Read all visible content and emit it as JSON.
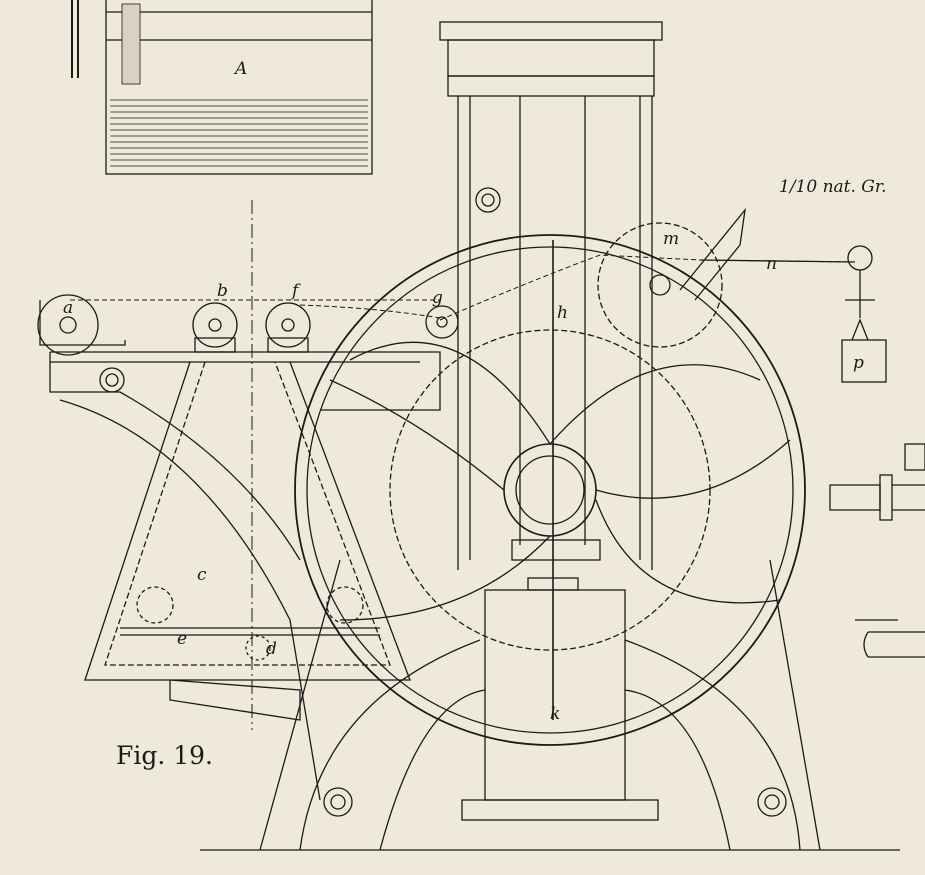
{
  "figure": {
    "caption": "Fig. 19.",
    "scale_note": "1/10 nat. Gr.",
    "labels": {
      "A": "A",
      "a": "a",
      "b": "b",
      "c": "c",
      "d": "d",
      "e": "e",
      "f": "f",
      "g": "g",
      "h": "h",
      "k": "k",
      "m": "m",
      "n": "n",
      "p": "p"
    }
  },
  "colors": {
    "paper": "#efe9dc",
    "ink": "#1c1a17",
    "shade": "#d9d2c3"
  }
}
